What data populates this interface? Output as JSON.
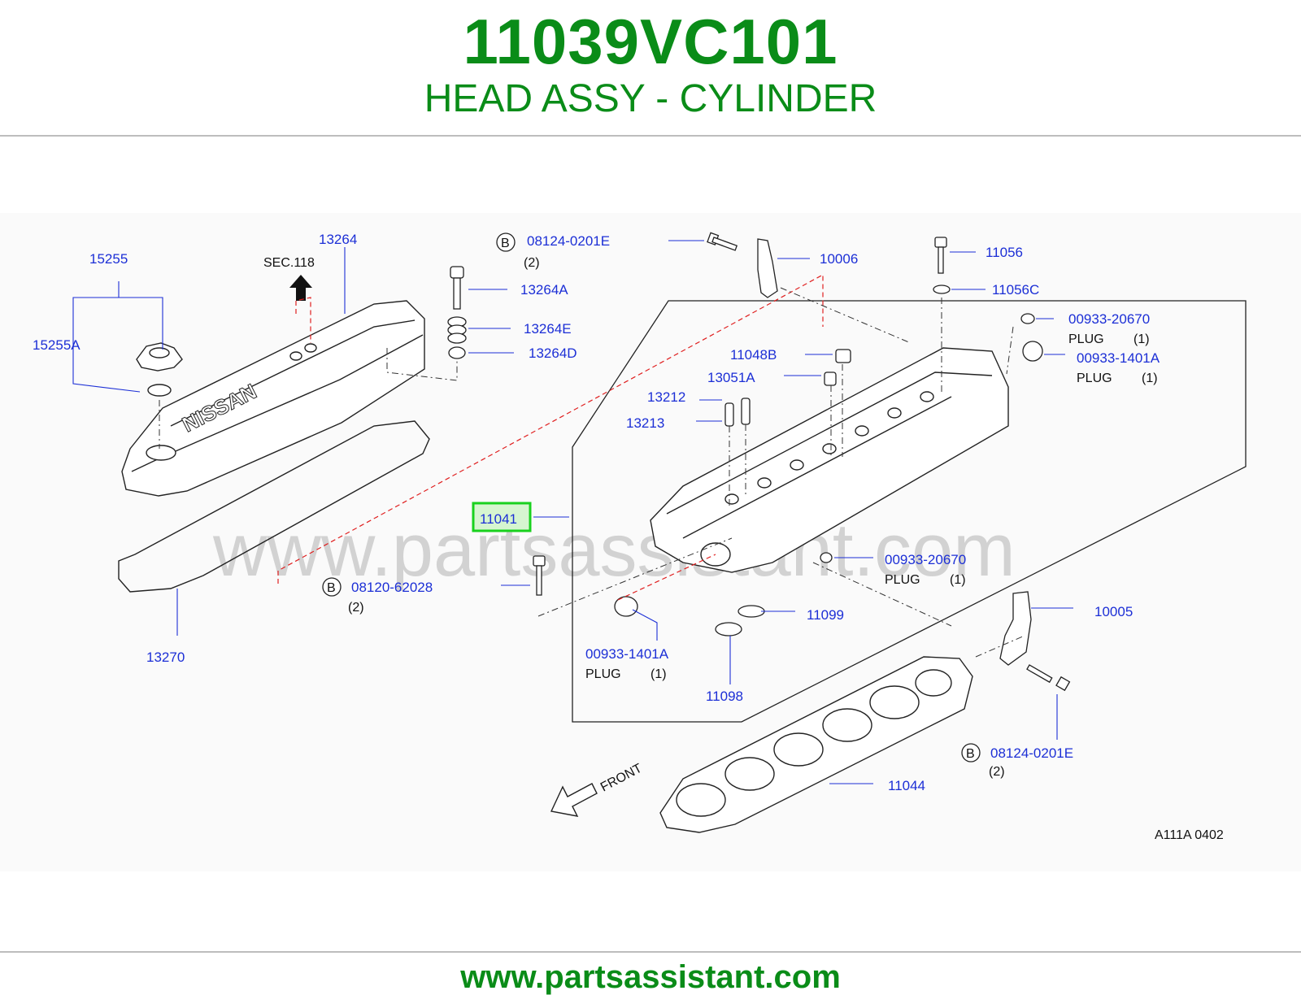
{
  "header": {
    "part_number": "11039VC101",
    "part_name": "HEAD ASSY - CYLINDER"
  },
  "watermark": "www.partsassistant.com",
  "footer": {
    "url": "www.partsassistant.com"
  },
  "diagram": {
    "labels": {
      "p15255": "15255",
      "p15255A": "15255A",
      "p13264": "13264",
      "sec118": "SEC.118",
      "p13264A": "13264A",
      "p13264E": "13264E",
      "p13264D": "13264D",
      "p13270": "13270",
      "bolt_top": "08124-0201E",
      "bolt_top_qty": "(2)",
      "p10006": "10006",
      "p11056": "11056",
      "p11056C": "11056C",
      "plug1_no": "00933-20670",
      "plug1_name": "PLUG",
      "plug1_qty": "(1)",
      "plug2_no": "00933-1401A",
      "plug2_name": "PLUG",
      "plug2_qty": "(1)",
      "p11048B": "11048B",
      "p13051A": "13051A",
      "p13212": "13212",
      "p13213": "13213",
      "p11041": "11041",
      "plug3_no": "00933-20670",
      "plug3_name": "PLUG",
      "plug3_qty": "(1)",
      "bolt_left": "08120-62028",
      "bolt_left_qty": "(2)",
      "p11099": "11099",
      "p10005": "10005",
      "plug4_no": "00933-1401A",
      "plug4_name": "PLUG",
      "plug4_qty": "(1)",
      "p11098": "11098",
      "bolt_right": "08124-0201E",
      "bolt_right_qty": "(2)",
      "p11044": "11044",
      "front": "FRONT",
      "code": "A111A  0402",
      "valve_cover_text": "NISSAN",
      "b_mark": "B"
    },
    "highlight_color": "#19d11e",
    "label_color": "#1c2fd6",
    "brand_color": "#0a8c18"
  }
}
